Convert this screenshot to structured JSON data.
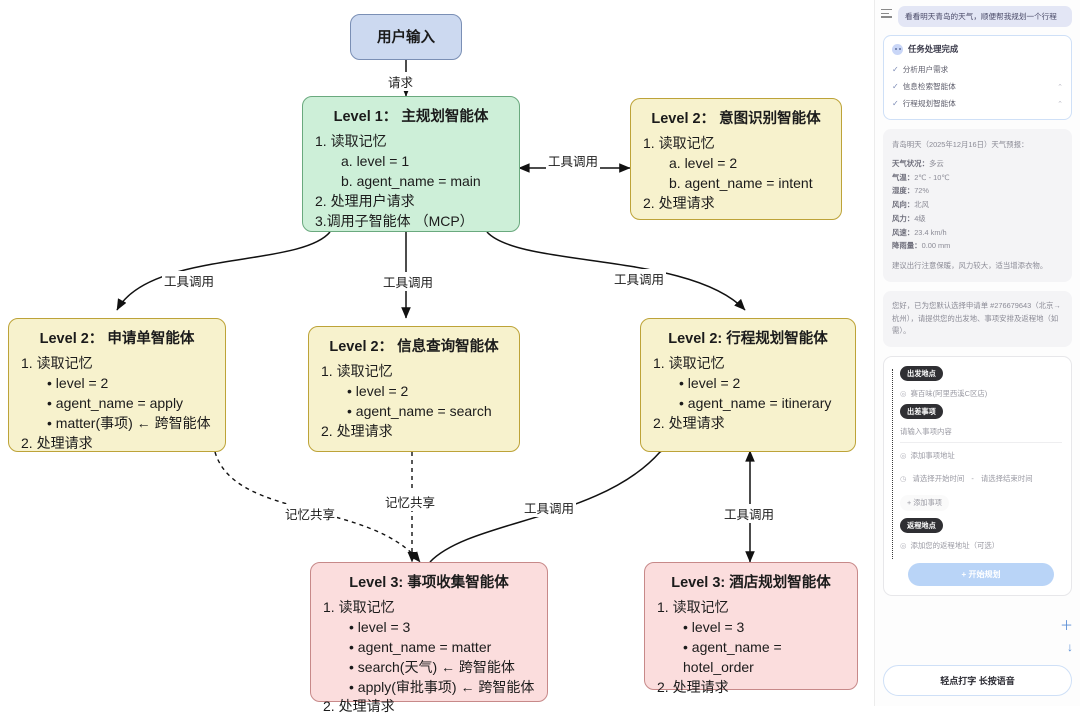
{
  "diagram": {
    "nodes": [
      {
        "id": "user-input",
        "title": "用户输入",
        "color": "blue",
        "lines": []
      },
      {
        "id": "level1-main",
        "title": "Level 1： 主规划智能体",
        "color": "green",
        "lines": [
          "1. 读取记忆",
          "a. level = 1",
          "b. agent_name = main",
          "2. 处理用户请求",
          "3.调用子智能体 （MCP）"
        ]
      },
      {
        "id": "level2-intent",
        "title": "Level 2： 意图识别智能体",
        "color": "yellow",
        "lines": [
          "1. 读取记忆",
          "a. level = 2",
          "b. agent_name = intent",
          "2. 处理请求"
        ]
      },
      {
        "id": "level2-apply",
        "title": "Level 2： 申请单智能体",
        "color": "yellow",
        "lines": [
          "1. 读取记忆",
          "• level = 2",
          "• agent_name = apply",
          "• matter(事项) ← 跨智能体",
          "2. 处理请求"
        ]
      },
      {
        "id": "level2-search",
        "title": "Level 2： 信息查询智能体",
        "color": "yellow",
        "lines": [
          "1. 读取记忆",
          "• level = 2",
          "• agent_name = search",
          "2. 处理请求"
        ]
      },
      {
        "id": "level2-itinerary",
        "title": "Level 2: 行程规划智能体",
        "color": "yellow",
        "lines": [
          "1. 读取记忆",
          "• level = 2",
          "• agent_name = itinerary",
          "2. 处理请求"
        ]
      },
      {
        "id": "level3-matter",
        "title": "Level 3: 事项收集智能体",
        "color": "pink",
        "lines": [
          "1. 读取记忆",
          "• level = 3",
          "• agent_name = matter",
          "• search(天气) ← 跨智能体",
          "• apply(审批事项) ← 跨智能体",
          "2. 处理请求"
        ]
      },
      {
        "id": "level3-hotel",
        "title": "Level 3: 酒店规划智能体",
        "color": "pink",
        "lines": [
          "1. 读取记忆",
          "• level = 3",
          "• agent_name = hotel_order",
          "2. 处理请求"
        ]
      }
    ],
    "edge_labels": {
      "request": "请求",
      "tool_call_intent": "工具调用",
      "tool_call_apply": "工具调用",
      "tool_call_search": "工具调用",
      "tool_call_itinerary": "工具调用",
      "tool_call_matter": "工具调用",
      "tool_call_hotel": "工具调用",
      "memory_share_apply": "记忆共享",
      "memory_share_search": "记忆共享"
    }
  },
  "phone": {
    "user_message": "看看明天青岛的天气，顺便帮我规划一个行程",
    "task_card": {
      "title": "任务处理完成",
      "items": [
        {
          "label": "分析用户需求",
          "has_chevron": false
        },
        {
          "label": "信息检索智能体",
          "has_chevron": true
        },
        {
          "label": "行程规划智能体",
          "has_chevron": true
        }
      ],
      "check_icon": "check-icon",
      "chevron_icon": "chevron-up-icon"
    },
    "weather": {
      "lead": "青岛明天（2025年12月16日）天气预报：",
      "rows": [
        {
          "key": "天气状况：",
          "value": "多云"
        },
        {
          "key": "气温：",
          "value": "2℃ - 10℃"
        },
        {
          "key": "湿度：",
          "value": "72%"
        },
        {
          "key": "风向：",
          "value": "北风"
        },
        {
          "key": "风力：",
          "value": "4级"
        },
        {
          "key": "风速：",
          "value": "23.4 km/h"
        },
        {
          "key": "降雨量：",
          "value": "0.00 mm"
        }
      ],
      "footer": "建议出行注意保暖，风力较大，适当增添衣物。"
    },
    "assistant_note": "您好，已为您默认选择申请单 #276679643（北京→杭州），请提供您的出发地、事项安排及返程地（如需）。",
    "form": {
      "origin_pill": "出发地点",
      "origin_value": "赛百味(阿里西溪C区店)",
      "matter_pill": "出差事项",
      "matter_placeholder": "请输入事项内容",
      "matter_address_placeholder": "添加事项地址",
      "start_time_placeholder": "请选择开始时间",
      "time_separator": "-",
      "end_time_placeholder": "请选择结束时间",
      "add_matter_label": "+ 添加事项",
      "return_pill": "返程地点",
      "return_placeholder": "添加您的返程地址（可选）",
      "location_icon": "location-pin-icon",
      "clock_icon": "clock-icon",
      "plus_fab_icon": "plus-icon",
      "down_fab_icon": "arrow-down-icon"
    },
    "primary_button": "+ 开始规划",
    "voice_button": "轻点打字 长按语音"
  }
}
